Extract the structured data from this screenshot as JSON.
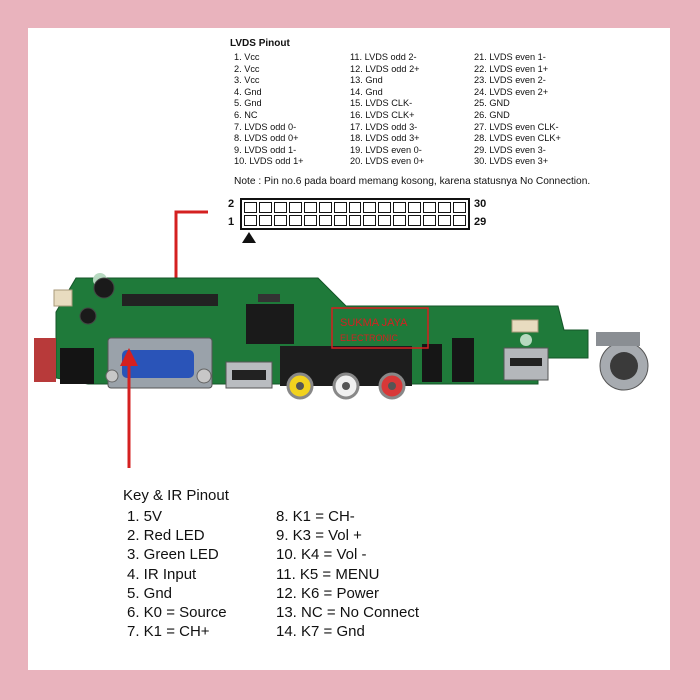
{
  "lvds": {
    "title": "LVDS Pinout",
    "col1": [
      "1. Vcc",
      "2. Vcc",
      "3. Vcc",
      "4. Gnd",
      "5. Gnd",
      "6. NC",
      "7. LVDS odd 0-",
      "8. LVDS odd 0+",
      "9. LVDS odd 1-",
      "10. LVDS odd 1+"
    ],
    "col2": [
      "11. LVDS odd 2-",
      "12. LVDS odd 2+",
      "13. Gnd",
      "14. Gnd",
      "15. LVDS CLK-",
      "16. LVDS CLK+",
      "17. LVDS odd 3-",
      "18. LVDS odd 3+",
      "19. LVDS even 0-",
      "20. LVDS even 0+"
    ],
    "col3": [
      "21. LVDS even 1-",
      "22. LVDS even 1+",
      "23. LVDS even 2-",
      "24. LVDS even 2+",
      "25. GND",
      "26. GND",
      "27. LVDS even CLK-",
      "28. LVDS even CLK+",
      "29. LVDS even 3-",
      "30. LVDS even 3+"
    ],
    "note": "Note : Pin no.6 pada board memang kosong, karena statusnya No Connection."
  },
  "connector": {
    "top_left": "2",
    "top_right": "30",
    "bottom_left": "1",
    "bottom_right": "29"
  },
  "board": {
    "watermark_line1": "SUKMA JAYA",
    "watermark_line2": "ELECTRONIC"
  },
  "key": {
    "title": "Key & IR Pinout",
    "col1": [
      "1. 5V",
      "2. Red LED",
      "3. Green LED",
      "4. IR Input",
      "5. Gnd",
      "6. K0 = Source",
      "7. K1 = CH+"
    ],
    "col2": [
      "8. K1 = CH-",
      "9. K3 = Vol +",
      "10. K4 = Vol -",
      "11. K5 = MENU",
      "12. K6 = Power",
      "13. NC = No Connect",
      "14. K7 = Gnd"
    ]
  },
  "colors": {
    "background": "#e9b3bd",
    "card": "#ffffff",
    "pcb": "#1f7a3a",
    "arrow": "#d42020"
  }
}
